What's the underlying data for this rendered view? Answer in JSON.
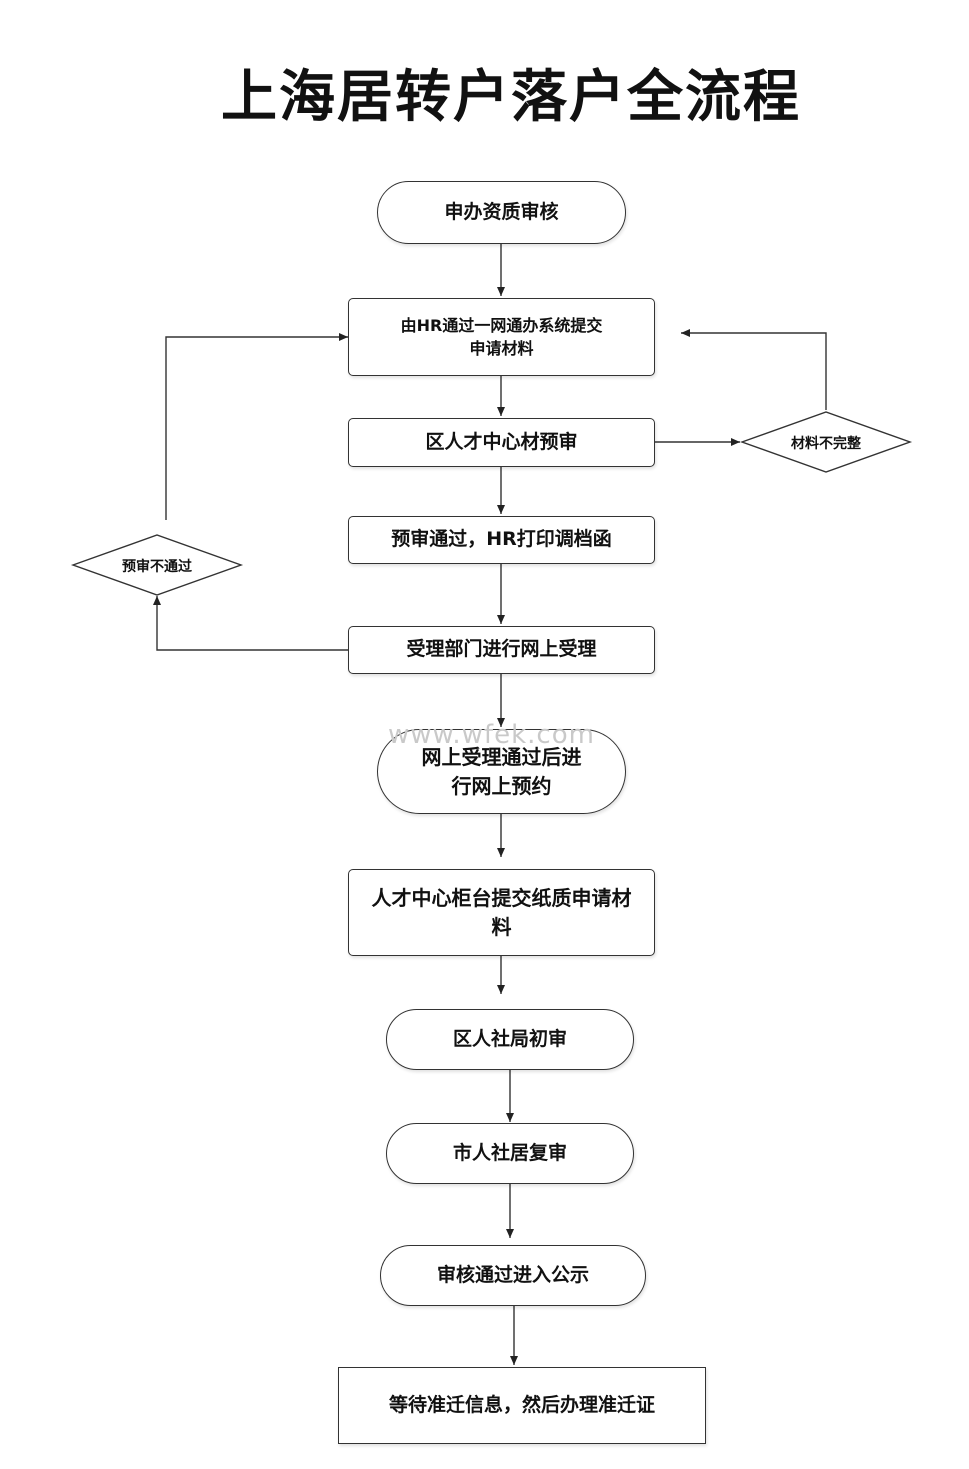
{
  "title": "上海居转户落户全流程",
  "nodes": {
    "n1": "申办资质审核",
    "n2": "由HR通过一网通办系统提交\n申请材料",
    "n3": "区人才中心材预审",
    "n4": "预审通过，HR打印调档函",
    "n5": "受理部门进行网上受理",
    "n6": "网上受理通过后进\n行网上预约",
    "n7": "人才中心柜台提交纸质申请材\n料",
    "n8": "区人社局初审",
    "n9": "市人社居复审",
    "n10": "审核通过进入公示",
    "n11": "等待准迁信息，然后办理准迁证"
  },
  "decisions": {
    "incomplete": "材料不完整",
    "rejected": "预审不通过"
  },
  "watermark": "www.wfek.com"
}
